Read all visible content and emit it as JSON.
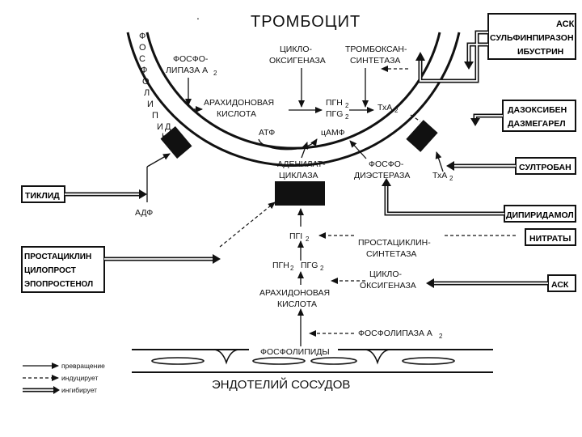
{
  "title": "ТРОМБОЦИТ",
  "membrane_label": [
    "Ф",
    "О",
    "С",
    "Ф",
    "О",
    "Л",
    "И",
    "П",
    "И",
    "Д",
    "Ы"
  ],
  "platelet": {
    "phospholipase": [
      "ФОСФО-",
      "ЛИПАЗА А",
      "2"
    ],
    "cyclooxygenase": [
      "ЦИКЛО-",
      "ОКСИГЕНАЗА"
    ],
    "thromboxane_synthetase": [
      "ТРОМБОКСАН-",
      "СИНТЕТАЗА"
    ],
    "arachidonic": [
      "АРАХИДОНОВАЯ",
      "КИСЛОТА"
    ],
    "pgh2": "ПГН",
    "pgg2": "ПГG",
    "sub2": "2",
    "txa2": "ТхА",
    "atf": "АТФ",
    "camp": "цАМФ",
    "adenylate_cyclase": [
      "АДЕНИЛАТ-",
      "ЦИКЛАЗА"
    ],
    "phosphodiesterase": [
      "ФОСФО-",
      "ДИЭСТЕРАЗА"
    ],
    "txa2_out": "ТхА",
    "adf": "АДФ"
  },
  "endothelium": {
    "pgi2": "ПГI",
    "prostacyclin_synthetase": [
      "ПРОСТАЦИКЛИН-",
      "СИНТЕТАЗА"
    ],
    "pgh2_pgg2": [
      "ПГН",
      "ПГG"
    ],
    "cyclooxygenase": [
      "ЦИКЛО-",
      "ОКСИГЕНАЗА"
    ],
    "arachidonic": [
      "АРАХИДОНОВАЯ",
      "КИСЛОТА"
    ],
    "phospholipase": "ФОСФОЛИПАЗА А",
    "phospholipids": "ФОСФОЛИПИДЫ",
    "vessel": "ЭНДОТЕЛИЙ СОСУДОВ"
  },
  "drugs": {
    "ask_group": [
      "АСК",
      "СУЛЬФИНПИРАЗОН",
      "ИБУСТРИН"
    ],
    "dazoxiben": [
      "ДАЗОКСИБЕН",
      "ДАЗМЕГАРЕЛ"
    ],
    "sultroban": "СУЛТРОБАН",
    "dipyridamole": "ДИПИРИДАМОЛ",
    "nitrates": "НИТРАТЫ",
    "ask": "АСК",
    "ticlid": "ТИКЛИД",
    "prostacyclin": [
      "ПРОСТАЦИКЛИН",
      "ЦИЛОПРОСТ",
      "ЭПОПРОСТЕНОЛ"
    ]
  },
  "legend": [
    {
      "style": "solid",
      "label": "превращение"
    },
    {
      "style": "dashed",
      "label": "индуцирует"
    },
    {
      "style": "thick",
      "label": "ингибирует"
    }
  ],
  "dot": "."
}
